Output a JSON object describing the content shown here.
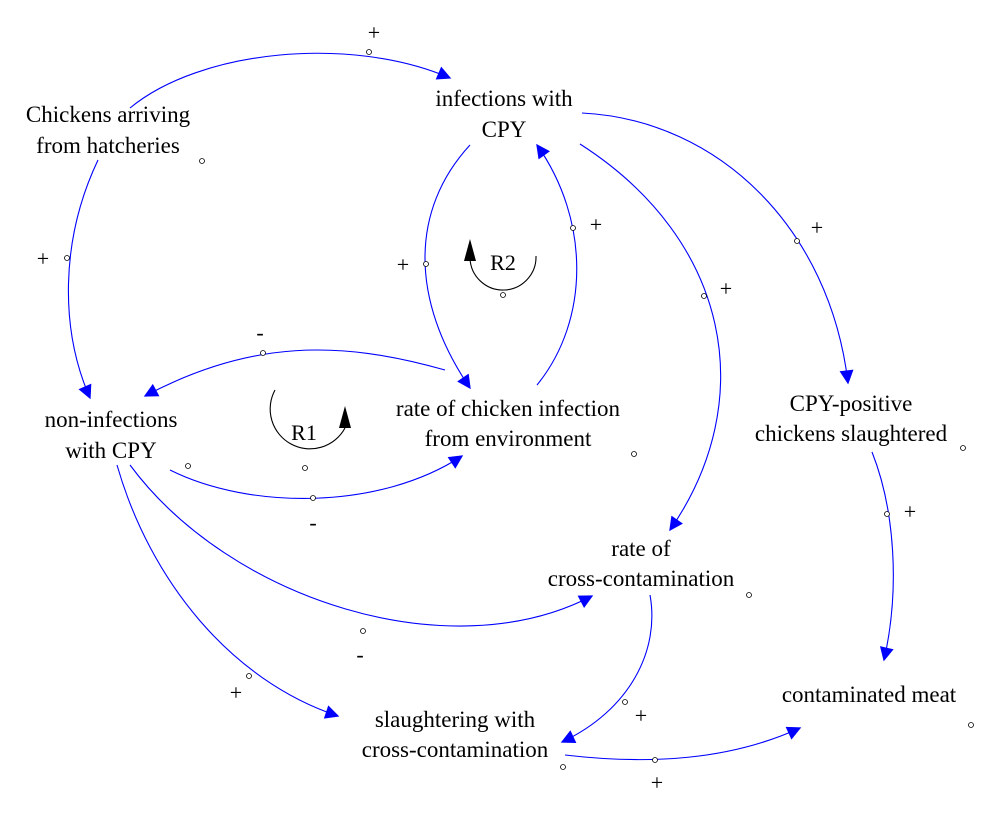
{
  "colors": {
    "link": "#0000ff",
    "text": "#000000",
    "background": "#ffffff",
    "loop_marker": "#000000"
  },
  "nodes": {
    "chickens_arriving": {
      "lines": [
        "Chickens arriving",
        "from hatcheries"
      ]
    },
    "infections": {
      "lines": [
        "infections with",
        "CPY"
      ]
    },
    "non_infections": {
      "lines": [
        "non-infections",
        "with CPY"
      ]
    },
    "rate_infection": {
      "lines": [
        "rate of chicken infection",
        "from environment"
      ]
    },
    "cpy_positive": {
      "lines": [
        "CPY-positive",
        "chickens slaughtered"
      ]
    },
    "rate_cross": {
      "lines": [
        "rate of",
        "cross-contamination"
      ]
    },
    "slaughtering": {
      "lines": [
        "slaughtering with",
        "cross-contamination"
      ]
    },
    "contaminated_meat": {
      "lines": [
        "contaminated meat"
      ]
    }
  },
  "links": {
    "chickens_to_infections": {
      "polarity": "+"
    },
    "chickens_to_non_infections": {
      "polarity": "+"
    },
    "infections_to_rate_infection": {
      "polarity": "+"
    },
    "rate_infection_to_infections": {
      "polarity": "+"
    },
    "rate_infection_to_non_infections": {
      "polarity": "-"
    },
    "non_infections_to_rate_infection": {
      "polarity": "-"
    },
    "infections_to_cpy_positive": {
      "polarity": "+"
    },
    "infections_to_rate_cross": {
      "polarity": "+"
    },
    "non_infections_to_rate_cross": {
      "polarity": "-"
    },
    "non_infections_to_slaughtering": {
      "polarity": "+"
    },
    "rate_cross_to_slaughtering": {
      "polarity": "+"
    },
    "cpy_positive_to_meat": {
      "polarity": "+"
    },
    "slaughtering_to_meat": {
      "polarity": "+"
    }
  },
  "loops": {
    "r1": {
      "label": "R1",
      "type": "reinforcing"
    },
    "r2": {
      "label": "R2",
      "type": "reinforcing"
    }
  }
}
